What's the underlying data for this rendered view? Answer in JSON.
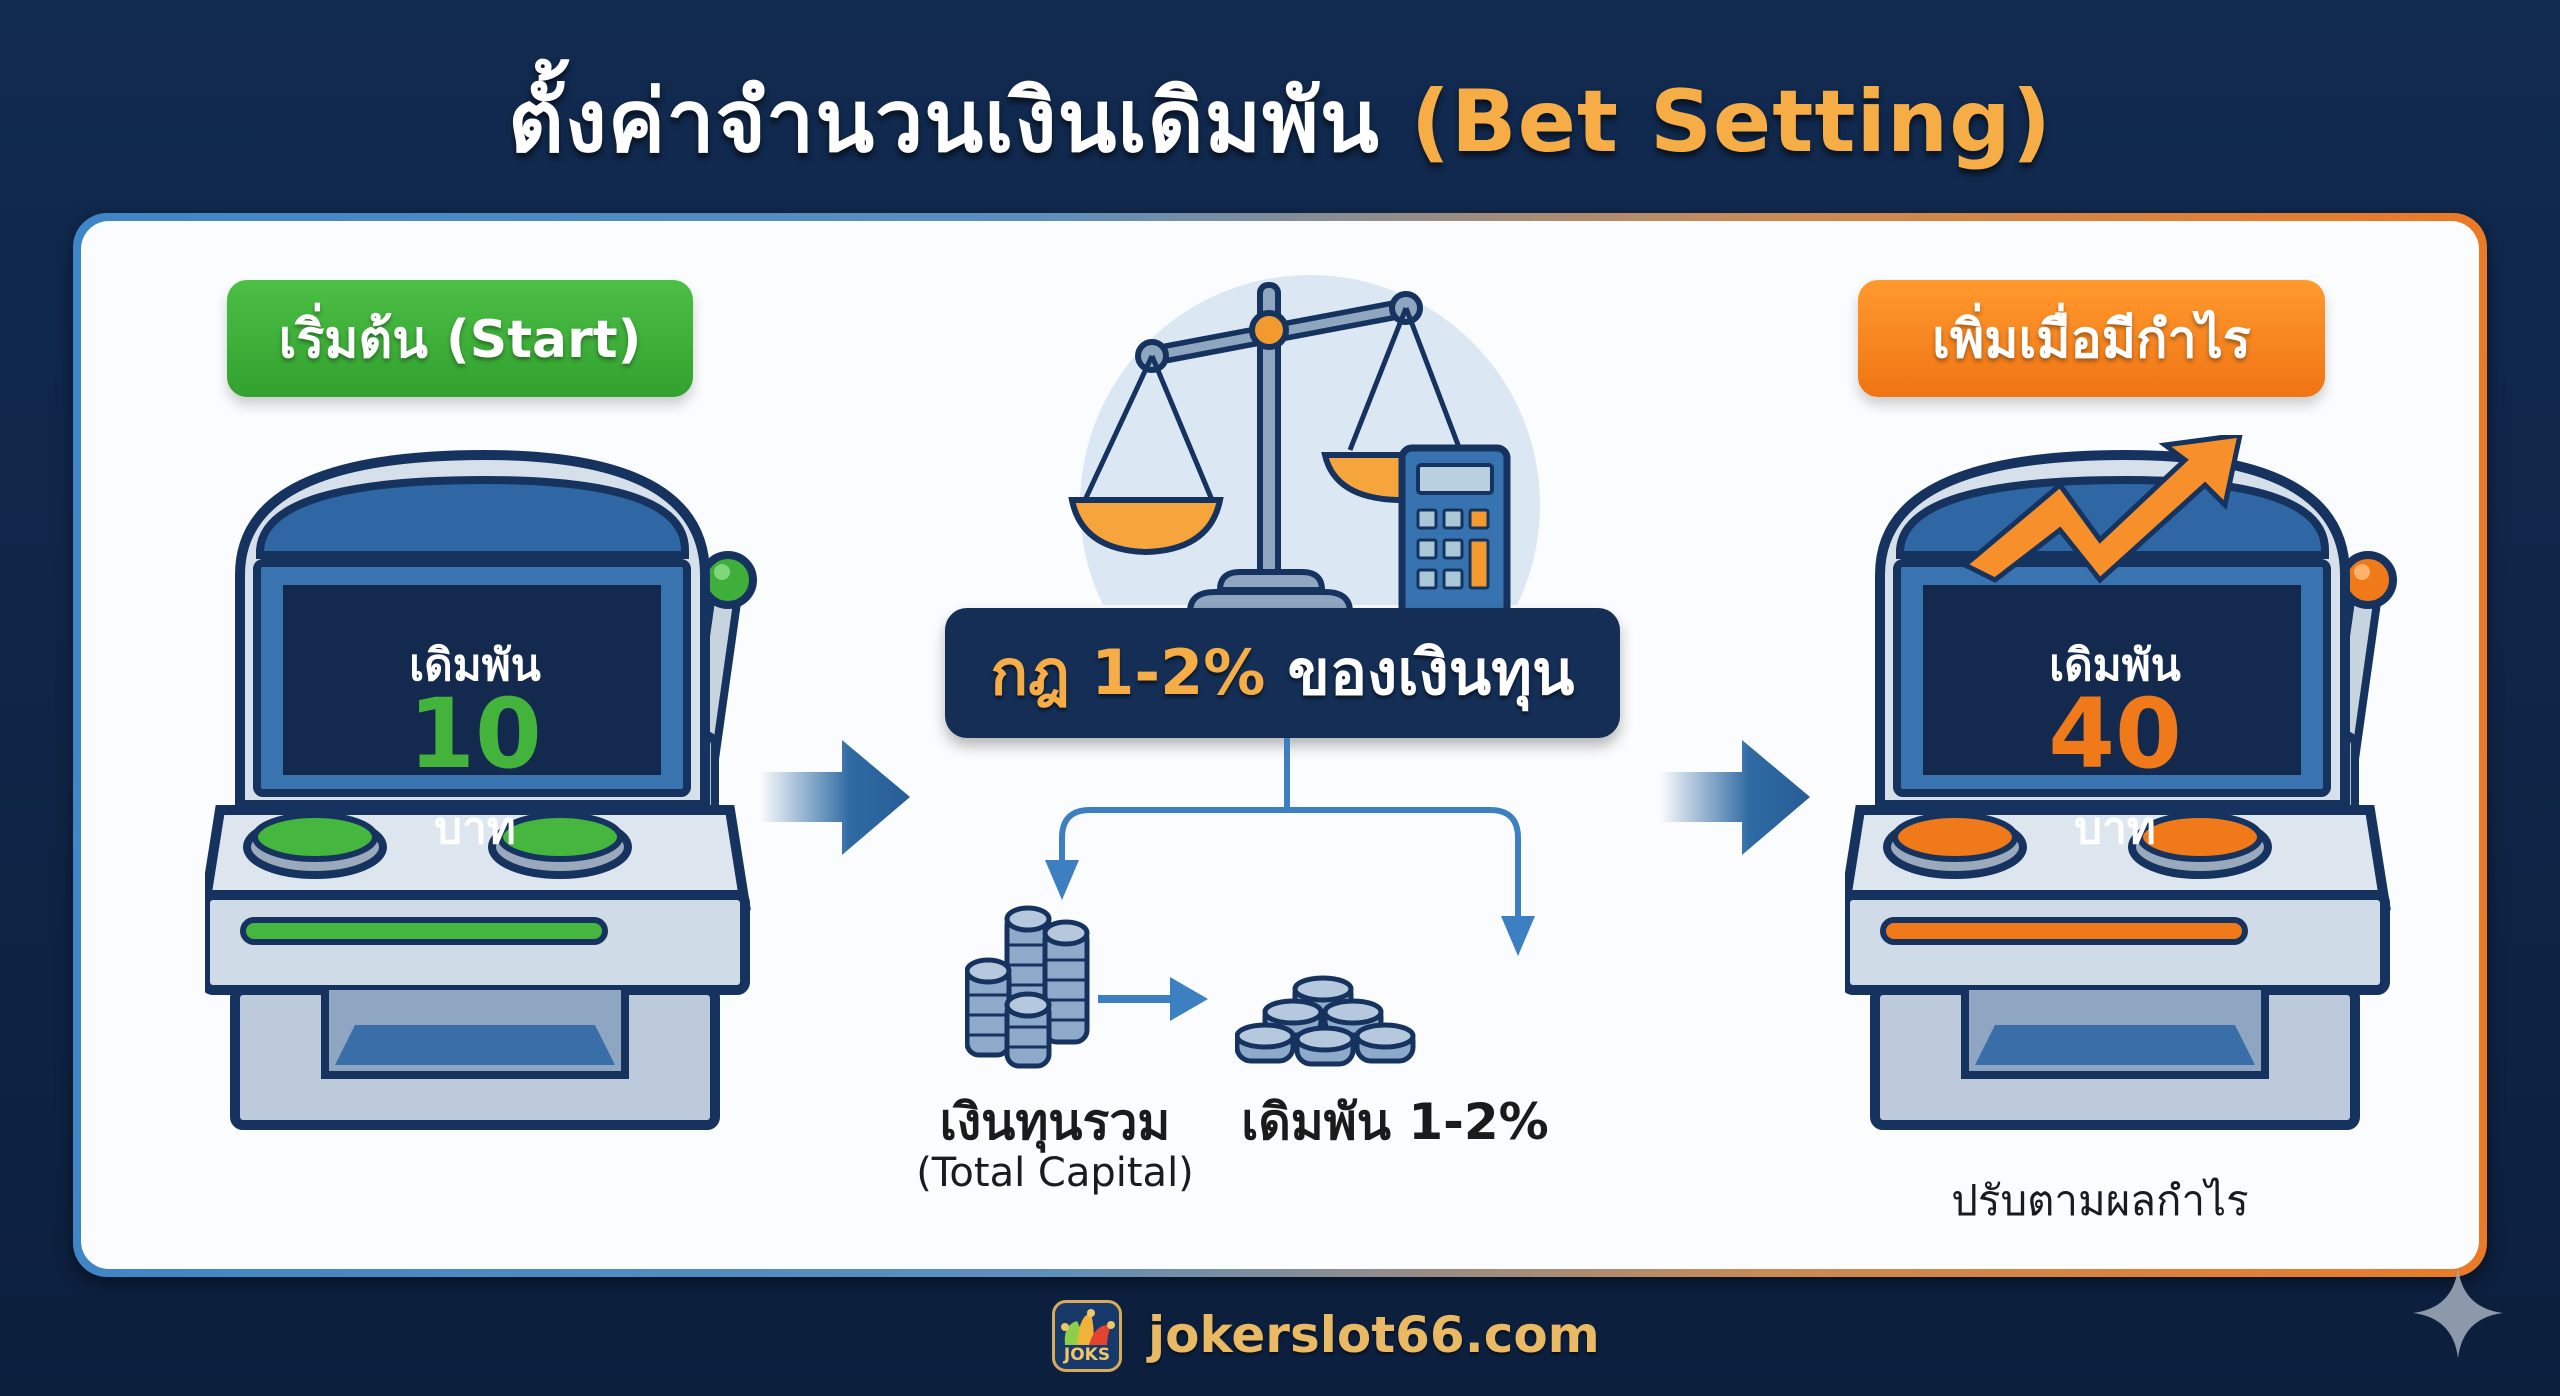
{
  "title": {
    "thai": "ตั้งค่าจำนวนเงินเดิมพัน",
    "english": "(Bet Setting)"
  },
  "start": {
    "label": "เริ่มต้น (Start)",
    "screen_top": "เดิมพัน",
    "amount": "10",
    "unit": "บาท"
  },
  "rule": {
    "highlight": "กฎ 1-2%",
    "rest": "ของเงินทุน",
    "capital_label": "เงินทุนรวม",
    "capital_sub": "(Total Capital)",
    "bet_label": "เดิมพัน 1-2%"
  },
  "increase": {
    "label": "เพิ่มเมื่อมีกำไร",
    "screen_top": "เดิมพัน",
    "amount": "40",
    "unit": "บาท",
    "caption": "ปรับตามผลกำไร"
  },
  "footer": {
    "logo_text": "JOKS",
    "site": "jokerslot66.com"
  },
  "colors": {
    "background": "#112a4f",
    "green": "#3aae37",
    "orange": "#f07a1a",
    "accent_gold": "#f6ad45",
    "navy": "#142e55",
    "steel_blue": "#2f6aa3"
  }
}
